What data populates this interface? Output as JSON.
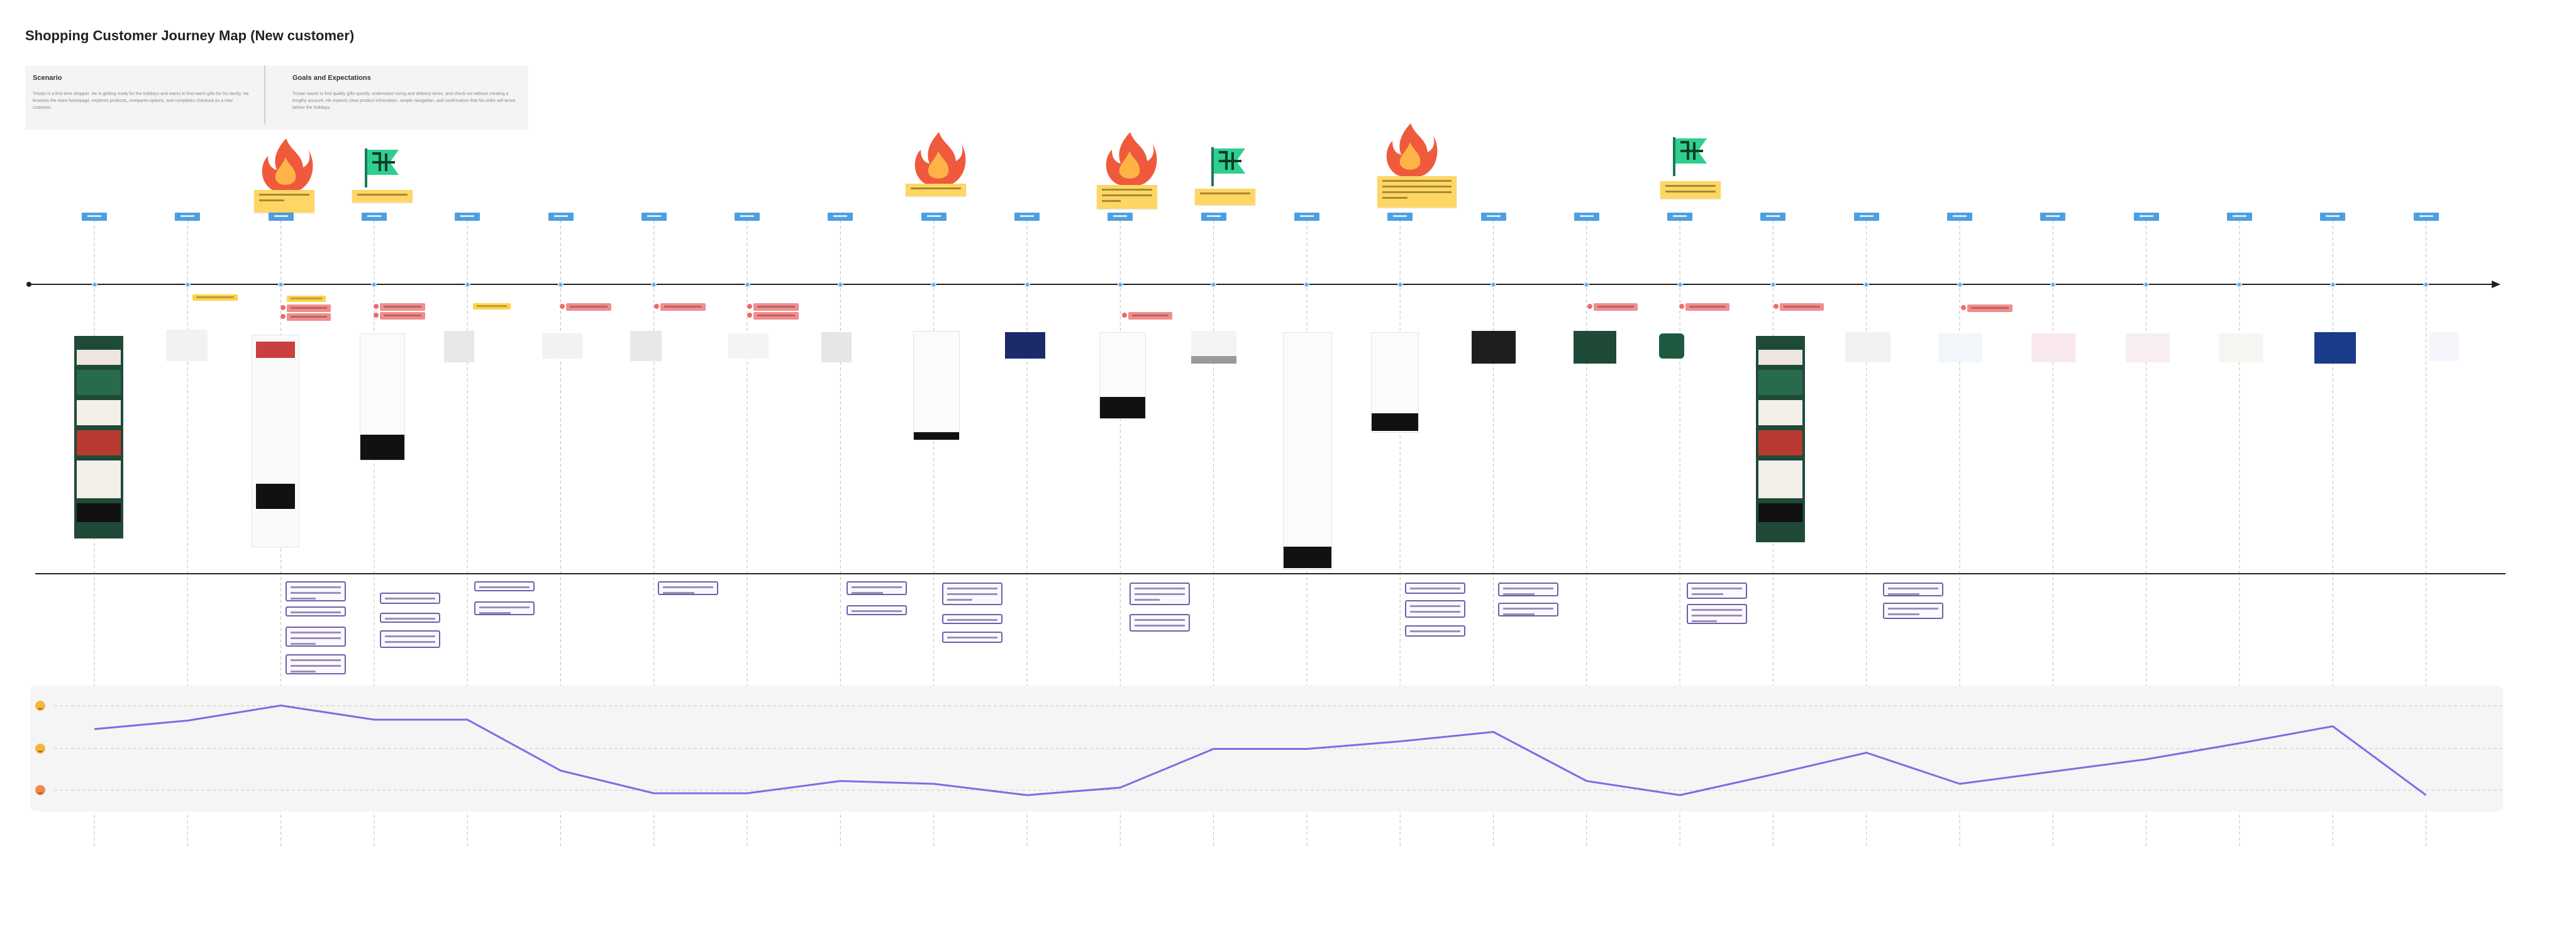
{
  "title": "Shopping Customer Journey Map (New customer)",
  "info": {
    "scenario_heading": "Scenario",
    "scenario_text": "Tristan is a first-time shopper. He is getting ready for the holidays and wants to find warm gifts for his family. He browses the store homepage, explores products, compares options, and completes checkout as a new customer.",
    "goals_heading": "Goals and Expectations",
    "goals_text": "Tristan wants to find quality gifts quickly, understand sizing and delivery times, and check out without creating a lengthy account. He expects clear product information, simple navigation, and confirmation that his order will arrive before the holidays."
  },
  "colors": {
    "accent": "#4d9fe0",
    "emotion_line": "#7b6ee6",
    "pain_fire": "#ef5a3c",
    "goal_flag": "#2ecf8e",
    "sticky": "#fdd663",
    "pain_tag": "#f08d8d"
  },
  "icons": {
    "pain": "fire-icon",
    "goal": "flag-icon",
    "emotion_happy": "happy-face-icon",
    "emotion_neutral": "neutral-face-icon",
    "emotion_sad": "sad-face-icon"
  },
  "steps": 26,
  "emotion_scores": [
    0.3,
    0.21,
    0.05,
    0.2,
    0.2,
    0.74,
    0.98,
    0.98,
    0.85,
    0.88,
    1.0,
    0.92,
    0.51,
    0.51,
    0.43,
    0.33,
    0.85,
    1.0,
    0.78,
    0.55,
    0.88,
    0.75,
    0.62,
    0.45,
    0.27,
    1.0
  ]
}
